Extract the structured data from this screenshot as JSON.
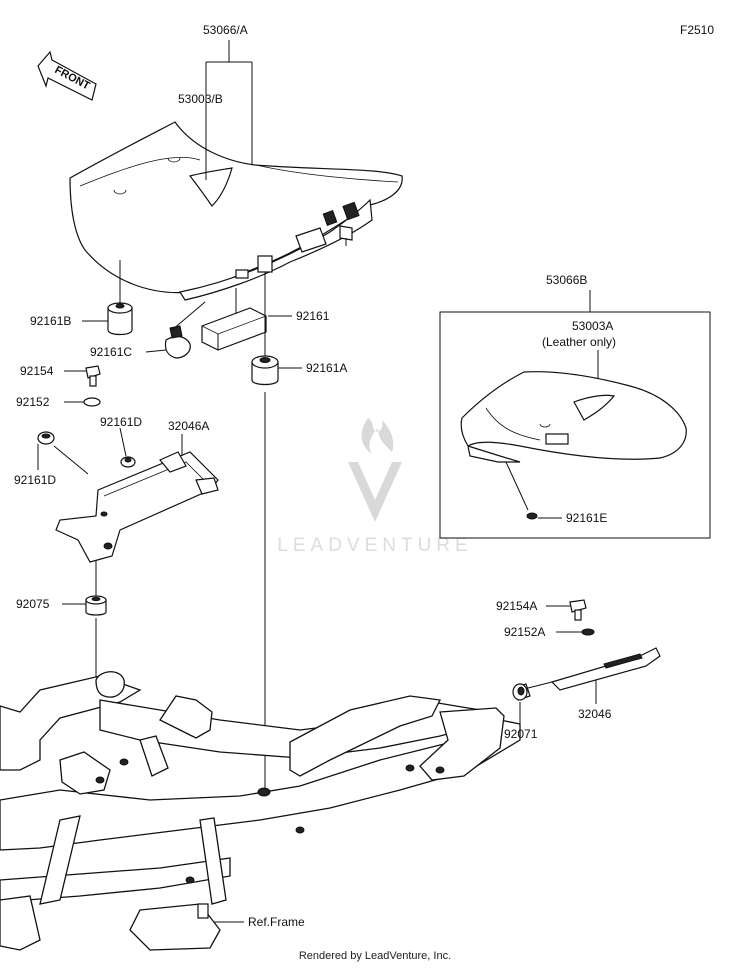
{
  "figure_code": "F2510",
  "front_arrow_label": "FRONT",
  "parts": {
    "seat_assy": "53066/A",
    "seat_cover_front": "53003/B",
    "grommet_b": "92161B",
    "grommet_c": "92161C",
    "damper": "92161",
    "grommet_a": "92161A",
    "bolt": "92154",
    "washer": "92152",
    "grommet_d_right": "92161D",
    "bracket_a": "32046A",
    "grommet_d_left": "92161D",
    "damper_75": "92075",
    "bolt_a": "92154A",
    "washer_a": "92152A",
    "bracket": "32046",
    "damper_71": "92071",
    "ref_frame": "Ref.Frame"
  },
  "inset": {
    "seat_assy": "53066B",
    "seat_cover": "53003A",
    "note": "(Leather only)",
    "grommet": "92161E"
  },
  "watermark": "LEADVENTURE",
  "footer": "Rendered by LeadVenture, Inc."
}
